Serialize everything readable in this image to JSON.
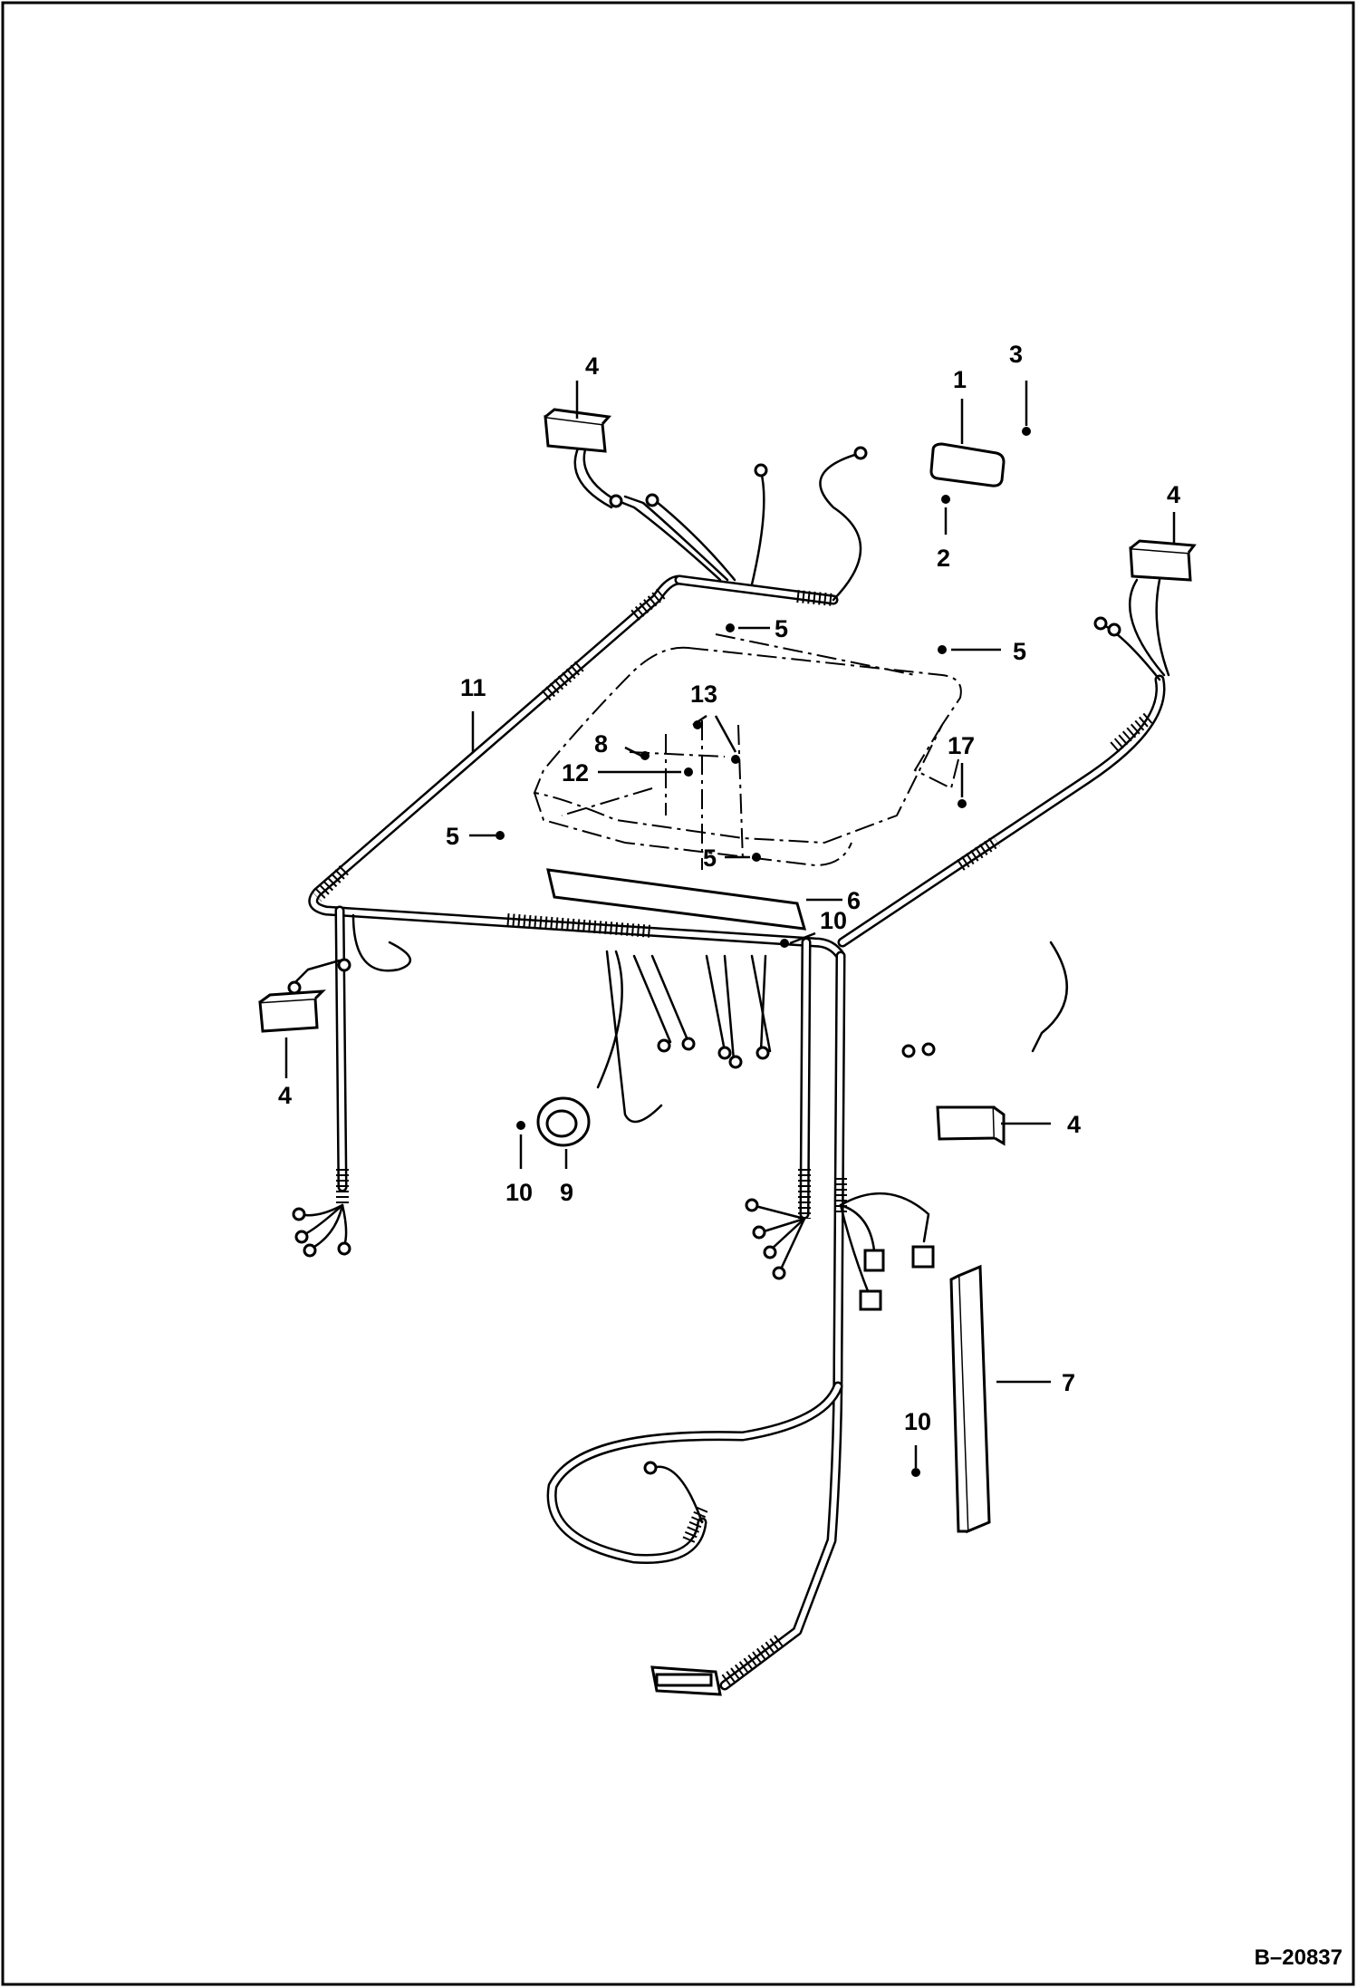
{
  "callouts": {
    "c1": "1",
    "c2": "2",
    "c3": "3",
    "c4a": "4",
    "c4b": "4",
    "c4c": "4",
    "c4d": "4",
    "c5a": "5",
    "c5b": "5",
    "c5c": "5",
    "c5d": "5",
    "c6": "6",
    "c7": "7",
    "c8": "8",
    "c9": "9",
    "c10a": "10",
    "c10b": "10",
    "c10c": "10",
    "c11": "11",
    "c12": "12",
    "c13": "13",
    "c17": "17"
  },
  "doc_id": "B–20837"
}
